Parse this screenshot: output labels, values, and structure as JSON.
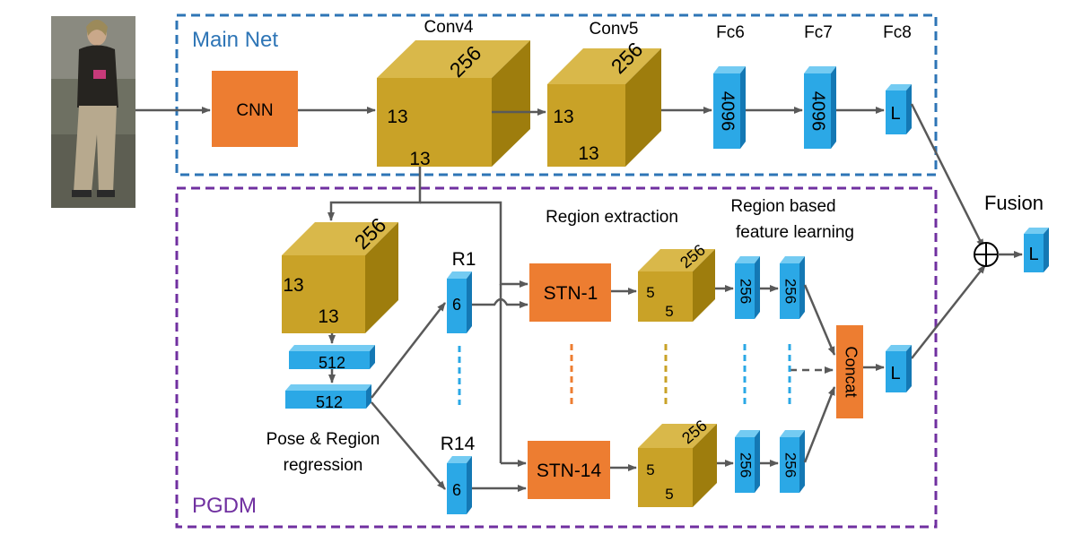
{
  "main_net": {
    "title": "Main Net",
    "input_block": "CNN",
    "conv4": {
      "name": "Conv4",
      "depth": "256",
      "height": "13",
      "width": "13"
    },
    "conv5": {
      "name": "Conv5",
      "depth": "256",
      "height": "13",
      "width": "13"
    },
    "fc6": {
      "name": "Fc6",
      "size": "4096"
    },
    "fc7": {
      "name": "Fc7",
      "size": "4096"
    },
    "fc8": {
      "name": "Fc8",
      "size": "L"
    }
  },
  "pgdm": {
    "title": "PGDM",
    "feature_cube": {
      "depth": "256",
      "height": "13",
      "width": "13"
    },
    "fc_a": "512",
    "fc_b": "512",
    "regression_label_line1": "Pose & Region",
    "regression_label_line2": "regression",
    "region_extraction_label": "Region extraction",
    "region_learning_label_line1": "Region based",
    "region_learning_label_line2": "feature learning",
    "r_top": {
      "name": "R1",
      "size": "6"
    },
    "r_bottom": {
      "name": "R14",
      "size": "6"
    },
    "stn_top": "STN-1",
    "stn_bottom": "STN-14",
    "region_cube_top": {
      "depth": "256",
      "height": "5",
      "width": "5"
    },
    "region_cube_bottom": {
      "depth": "256",
      "height": "5",
      "width": "5"
    },
    "fc_top_1": "256",
    "fc_top_2": "256",
    "fc_bottom_1": "256",
    "fc_bottom_2": "256",
    "concat": "Concat",
    "output": "L"
  },
  "fusion": {
    "label": "Fusion",
    "output": "L"
  },
  "colors": {
    "main_net_border": "#2E75B6",
    "pgdm_border": "#7030A0",
    "cnn_box": "#ED7D31",
    "cube_front": "#C9A227",
    "cube_top": "#D9B84A",
    "cube_side": "#9E7D0D",
    "fc_front": "#2BA8E6",
    "fc_top": "#74CBF2",
    "fc_side": "#1478B4",
    "arrow": "#595959"
  }
}
